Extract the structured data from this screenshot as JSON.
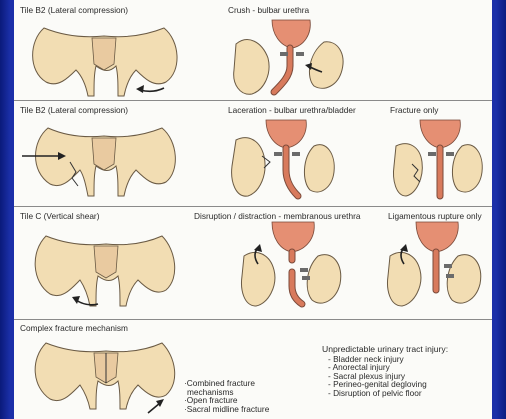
{
  "rows": [
    {
      "title": "Tile B2 (Lateral compression)",
      "injuries": [
        "Crush - bulbar urethra"
      ]
    },
    {
      "title": "Tile B2 (Lateral compression)",
      "injuries": [
        "Laceration - bulbar urethra/bladder",
        "Fracture only"
      ]
    },
    {
      "title": "Tile C (Vertical shear)",
      "injuries": [
        "Disruption / distraction - membranous urethra",
        "Ligamentous rupture only"
      ]
    },
    {
      "title": "Complex fracture mechanism",
      "mechanisms": [
        "·Combined fracture",
        "mechanisms",
        "·Open fracture",
        "·Sacral midline fracture"
      ],
      "unpredictable_title": "Unpredictable urinary tract injury:",
      "unpredictable_items": [
        "- Bladder neck injury",
        "- Anorectal injury",
        "- Sacral plexus injury",
        "- Perineo-genital degloving",
        "- Disruption of pelvic floor"
      ]
    }
  ],
  "colors": {
    "background": "#1b2fa8",
    "panel": "#fbfbf8",
    "bone": "#f2ddb3",
    "bladder": "#e58f73"
  }
}
